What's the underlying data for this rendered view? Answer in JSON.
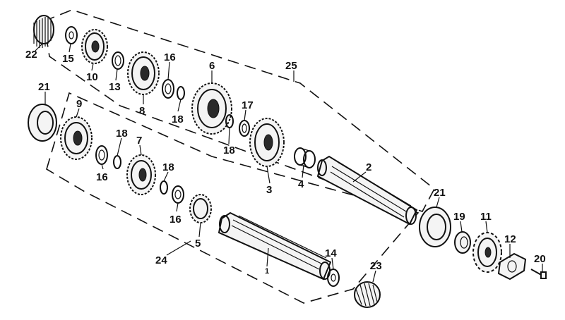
{
  "callouts": {
    "c1": "1",
    "c2": "2",
    "c3": "3",
    "c4": "4",
    "c5": "5",
    "c6": "6",
    "c7": "7",
    "c8": "8",
    "c9": "9",
    "c10": "10",
    "c11": "11",
    "c12": "12",
    "c13": "13",
    "c14": "14",
    "c15": "15",
    "c16a": "16",
    "c16b": "16",
    "c16c": "16",
    "c17": "17",
    "c18a": "18",
    "c18b": "18",
    "c18c": "18",
    "c18d": "18",
    "c19": "19",
    "c20": "20",
    "c21a": "21",
    "c21b": "21",
    "c22": "22",
    "c23": "23",
    "c24": "24",
    "c25": "25"
  }
}
